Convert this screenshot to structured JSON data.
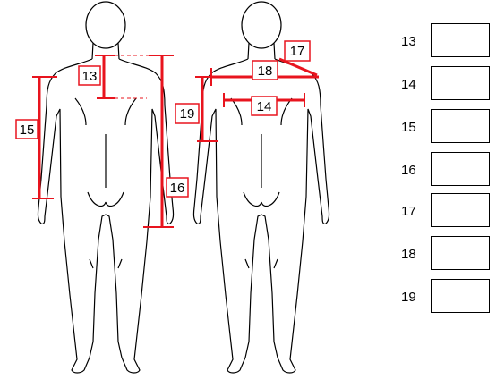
{
  "measurements": {
    "labels": [
      "13",
      "14",
      "15",
      "16",
      "17",
      "18",
      "19"
    ]
  },
  "fields": [
    {
      "label": "13",
      "value": ""
    },
    {
      "label": "14",
      "value": ""
    },
    {
      "label": "15",
      "value": ""
    },
    {
      "label": "16",
      "value": ""
    },
    {
      "label": "17",
      "value": ""
    },
    {
      "label": "18",
      "value": ""
    },
    {
      "label": "19",
      "value": ""
    }
  ],
  "colors": {
    "measure": "#e8141e",
    "outline": "#000000",
    "field_border": "#000000"
  }
}
